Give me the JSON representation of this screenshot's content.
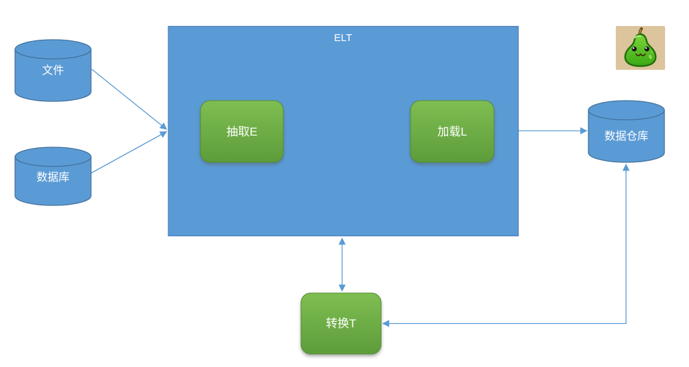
{
  "diagram": {
    "container_label": "ELT",
    "nodes": {
      "file": {
        "label": "文件",
        "shape": "cylinder"
      },
      "database": {
        "label": "数据库",
        "shape": "cylinder"
      },
      "extract": {
        "label": "抽取E",
        "shape": "rounded-rect"
      },
      "load": {
        "label": "加载L",
        "shape": "rounded-rect"
      },
      "transform": {
        "label": "转换T",
        "shape": "rounded-rect"
      },
      "warehouse": {
        "label": "数据仓库",
        "shape": "cylinder"
      }
    },
    "connectors": [
      {
        "from": "file",
        "to": "elt-container",
        "arrows": "end"
      },
      {
        "from": "database",
        "to": "elt-container",
        "arrows": "end"
      },
      {
        "from": "elt-container",
        "to": "warehouse",
        "arrows": "end"
      },
      {
        "from": "elt-container",
        "to": "transform",
        "arrows": "both"
      },
      {
        "from": "transform",
        "to": "warehouse",
        "arrows": "both"
      }
    ],
    "colors": {
      "shape_blue": "#5b9bd5",
      "shape_blue_border": "#41719c",
      "shape_green_top": "#7fbe51",
      "shape_green_bottom": "#5d9c39",
      "shape_green_border": "#538e33",
      "connector_blue": "#5b9bd5",
      "label_text": "#ffffff",
      "background": "#ffffff",
      "pear_icon_bg": "#dcc49c",
      "pear_icon_green": "#55c41e"
    },
    "icons": {
      "pear_mascot": "pear-mascot-icon"
    }
  }
}
